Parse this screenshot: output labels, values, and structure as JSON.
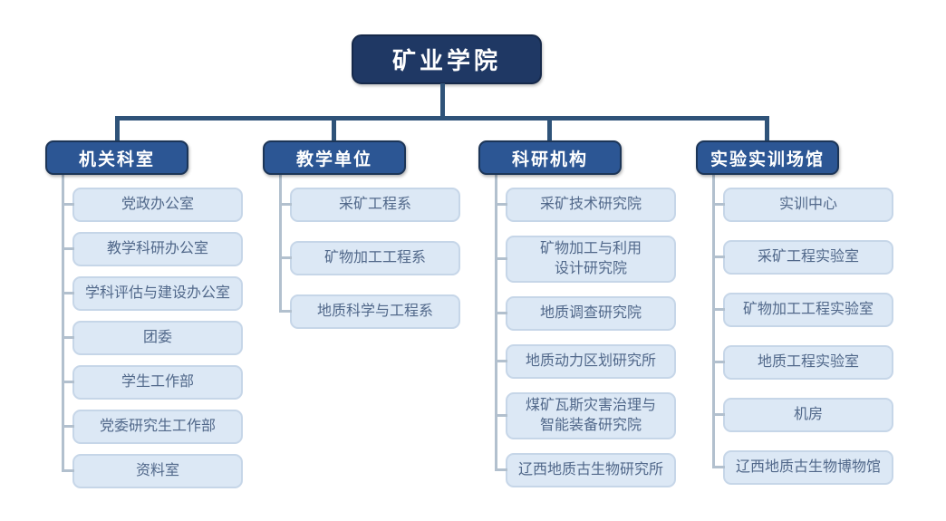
{
  "root": {
    "label": "矿业学院"
  },
  "colors": {
    "root_fill": "#1F3864",
    "branch_fill": "#2C5694",
    "branch_border": "#1C3557",
    "item_fill": "#DCE8F5",
    "item_border": "#C6D6E8",
    "item_text": "#51688A",
    "connector_dark": "#2F5379",
    "connector_light": "#B2C0CE",
    "background": "#FFFFFF"
  },
  "columns": [
    {
      "header": "机关科室",
      "items": [
        "党政办公室",
        "教学科研办公室",
        "学科评估与建设办公室",
        "团委",
        "学生工作部",
        "党委研究生工作部",
        "资料室"
      ]
    },
    {
      "header": "教学单位",
      "items": [
        "采矿工程系",
        "矿物加工工程系",
        "地质科学与工程系"
      ]
    },
    {
      "header": "科研机构",
      "items": [
        "采矿技术研究院",
        "矿物加工与利用\n设计研究院",
        "地质调查研究院",
        "地质动力区划研究所",
        "煤矿瓦斯灾害治理与\n智能装备研究院",
        "辽西地质古生物研究所"
      ]
    },
    {
      "header": "实验实训场馆",
      "items": [
        "实训中心",
        "采矿工程实验室",
        "矿物加工工程实验室",
        "地质工程实验室",
        "机房",
        "辽西地质古生物博物馆"
      ]
    }
  ]
}
